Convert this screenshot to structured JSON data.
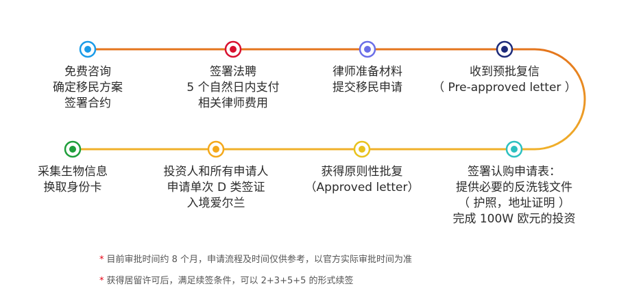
{
  "colors": {
    "top_line": "#e4751c",
    "bottom_line": "#f0b02a",
    "text": "#2b2b2b",
    "note_star": "#e60012",
    "note_text": "#555555"
  },
  "steps": [
    {
      "color": "#1a9be8",
      "lines": [
        "免费咨询",
        "确定移民方案",
        "签署合约"
      ]
    },
    {
      "color": "#d8102f",
      "lines": [
        "签署法聘",
        "5 个自然日内支付",
        "相关律师费用"
      ]
    },
    {
      "color": "#6a6ee8",
      "lines": [
        "律师准备材料",
        "提交移民申请"
      ]
    },
    {
      "color": "#1c2a7a",
      "lines": [
        "收到预批复信",
        "（ Pre-approved letter ）"
      ]
    },
    {
      "color": "#2cc0c0",
      "lines": [
        "签署认购申请表：",
        "提供必要的反洗钱文件",
        "（ 护照，地址证明 ）",
        "完成 100W 欧元的投资"
      ]
    },
    {
      "color": "#e8c21c",
      "lines": [
        "获得原则性批复",
        "（Approved letter）"
      ]
    },
    {
      "color": "#f4a81a",
      "lines": [
        "投资人和所有申请人",
        "申请单次 D 类签证",
        "入境爱尔兰"
      ]
    },
    {
      "color": "#1e9e3a",
      "lines": [
        "采集生物信息",
        "换取身份卡"
      ]
    }
  ],
  "notes": [
    {
      "star": "*",
      "text": "目前审批时间约 8 个月，申请流程及时间仅供参考，以官方实际审批时间为准"
    },
    {
      "star": "*",
      "text": "获得居留许可后，满足续签条件，可以 2+3+5+5 的形式续签"
    }
  ]
}
